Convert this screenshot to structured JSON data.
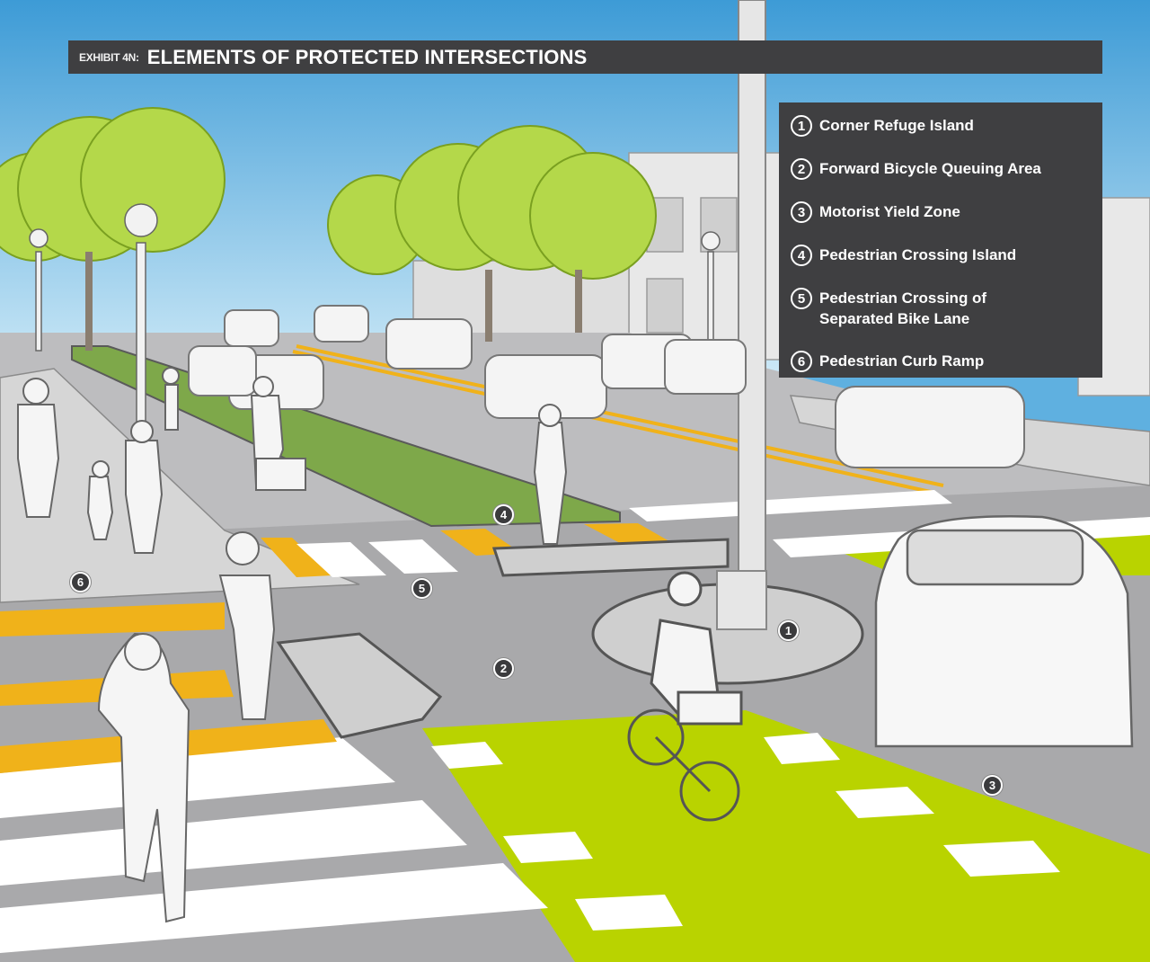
{
  "header": {
    "prefix": "EXHIBIT 4N:",
    "title": "ELEMENTS OF PROTECTED INTERSECTIONS"
  },
  "legend": {
    "items": [
      {
        "num": "1",
        "label": "Corner Refuge Island"
      },
      {
        "num": "2",
        "label": "Forward Bicycle Queuing Area"
      },
      {
        "num": "3",
        "label": "Motorist Yield Zone"
      },
      {
        "num": "4",
        "label": "Pedestrian Crossing Island"
      },
      {
        "num": "5",
        "label": "Pedestrian Crossing of\nSeparated Bike Lane"
      },
      {
        "num": "6",
        "label": "Pedestrian Curb Ramp"
      }
    ]
  },
  "markers": [
    "1",
    "2",
    "3",
    "4",
    "5",
    "6"
  ],
  "colors": {
    "sky": "#5fb0e0",
    "road": "#a9a9ab",
    "sidewalk": "#d6d6d6",
    "bike_lane": "#b9d300",
    "tactile_strip": "#f0b21a",
    "crosswalk": "#ffffff",
    "panel": "#3f3f41",
    "tree": "#b4d84a"
  }
}
